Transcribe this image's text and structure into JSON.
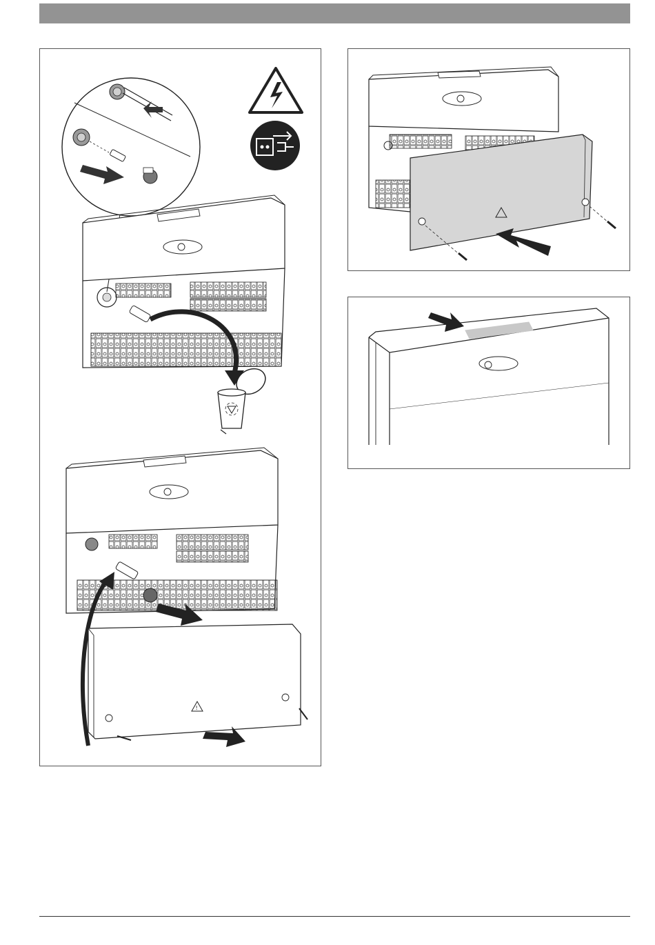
{
  "page": {
    "header_bar_color": "#939393",
    "border_color": "#555555"
  },
  "figures": {
    "left": {
      "icons": [
        "electric-hazard-warning-icon",
        "disconnect-mains-plug-icon",
        "recycle-bin-icon",
        "warning-triangle-icon"
      ],
      "steps": [
        "remove-fuse-cap",
        "discard-blown-fuse",
        "insert-new-fuse",
        "refit-terminal-cover"
      ]
    },
    "right_top": {
      "icons": [
        "warning-triangle-icon"
      ],
      "steps": [
        "slide-on-terminal-cover",
        "fasten-screws"
      ]
    },
    "right_bottom": {
      "icons": [
        "arrow-icon"
      ],
      "steps": [
        "push-on-front-cover"
      ],
      "label_area_color": "#c8c8c8"
    }
  }
}
